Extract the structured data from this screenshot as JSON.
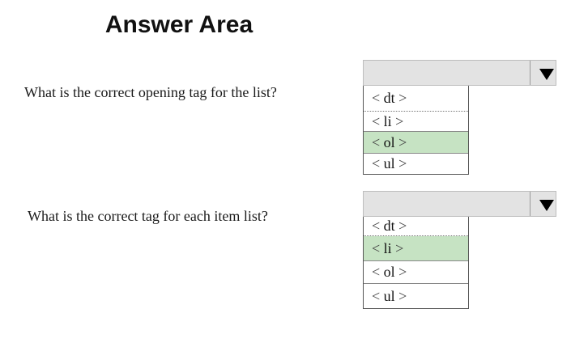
{
  "title": "Answer Area",
  "questions": [
    {
      "text": "What is the correct opening tag for the list?",
      "options": [
        {
          "label": "dt",
          "selected": false
        },
        {
          "label": "li",
          "selected": false
        },
        {
          "label": "ol",
          "selected": true
        },
        {
          "label": "ul",
          "selected": false
        }
      ]
    },
    {
      "text": "What is the correct tag for each item list?",
      "options": [
        {
          "label": "dt",
          "selected": false
        },
        {
          "label": "li",
          "selected": true
        },
        {
          "label": "ol",
          "selected": false
        },
        {
          "label": "ul",
          "selected": false
        }
      ]
    }
  ],
  "symbols": {
    "open": "<",
    "close": ">"
  },
  "icons": {
    "dropdown": "triangle-down-icon"
  },
  "colors": {
    "selected_bg": "#c6e3c3",
    "header_bg": "#e3e3e3"
  }
}
